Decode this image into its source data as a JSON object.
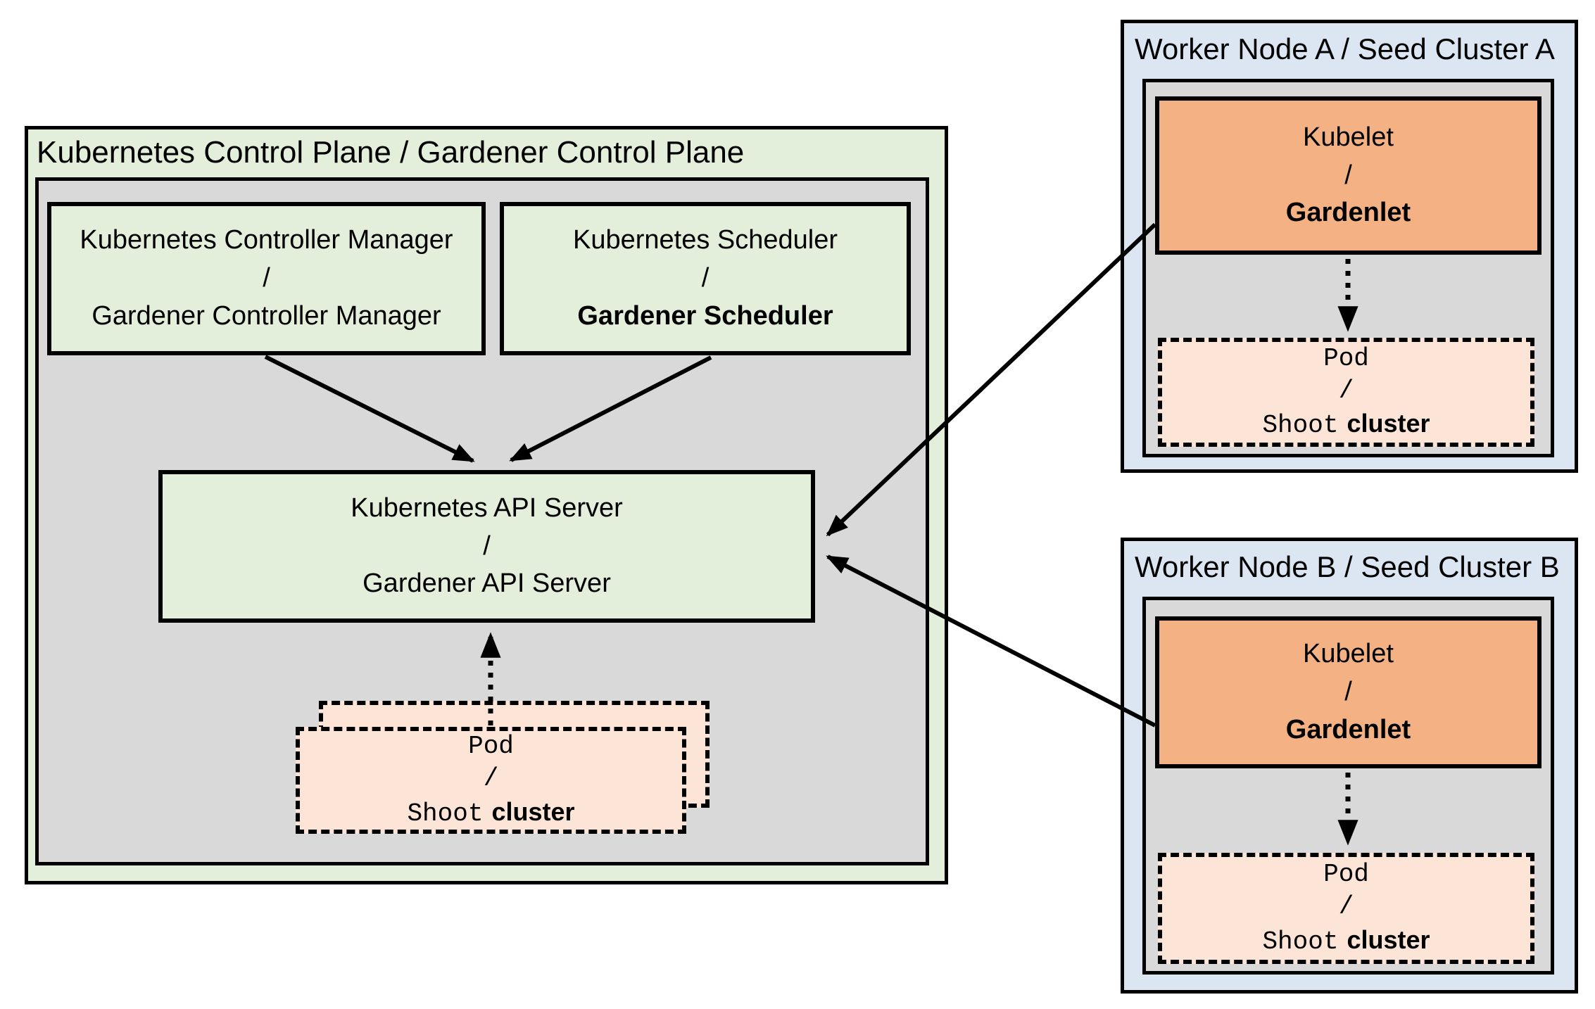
{
  "colors": {
    "light_green": "#e3efda",
    "gray": "#d9d9d9",
    "light_blue": "#dbe6f2",
    "orange": "#f4b183",
    "peach": "#fce4d6",
    "border": "#000000"
  },
  "control_plane": {
    "title": "Kubernetes Control Plane / Gardener Control Plane",
    "controller_manager": {
      "line1": "Kubernetes Controller Manager",
      "separator": "/",
      "line2": "Gardener Controller Manager"
    },
    "scheduler": {
      "line1": "Kubernetes Scheduler",
      "separator": "/",
      "line2": "Gardener Scheduler"
    },
    "api_server": {
      "line1": "Kubernetes API Server",
      "separator": "/",
      "line2": "Gardener API Server"
    },
    "pod_stack": {
      "line1": "Pod",
      "separator": "/",
      "line3_code": "Shoot",
      "line3_plain": "cluster"
    }
  },
  "worker_node_a": {
    "title": "Worker Node A / Seed Cluster A",
    "kubelet": {
      "line1": "Kubelet",
      "separator": "/",
      "line2": "Gardenlet"
    },
    "pod": {
      "line1": "Pod",
      "separator": "/",
      "line3_code": "Shoot",
      "line3_plain": "cluster"
    }
  },
  "worker_node_b": {
    "title": "Worker Node B / Seed Cluster B",
    "kubelet": {
      "line1": "Kubelet",
      "separator": "/",
      "line2": "Gardenlet"
    },
    "pod": {
      "line1": "Pod",
      "separator": "/",
      "line3_code": "Shoot",
      "line3_plain": "cluster"
    }
  }
}
